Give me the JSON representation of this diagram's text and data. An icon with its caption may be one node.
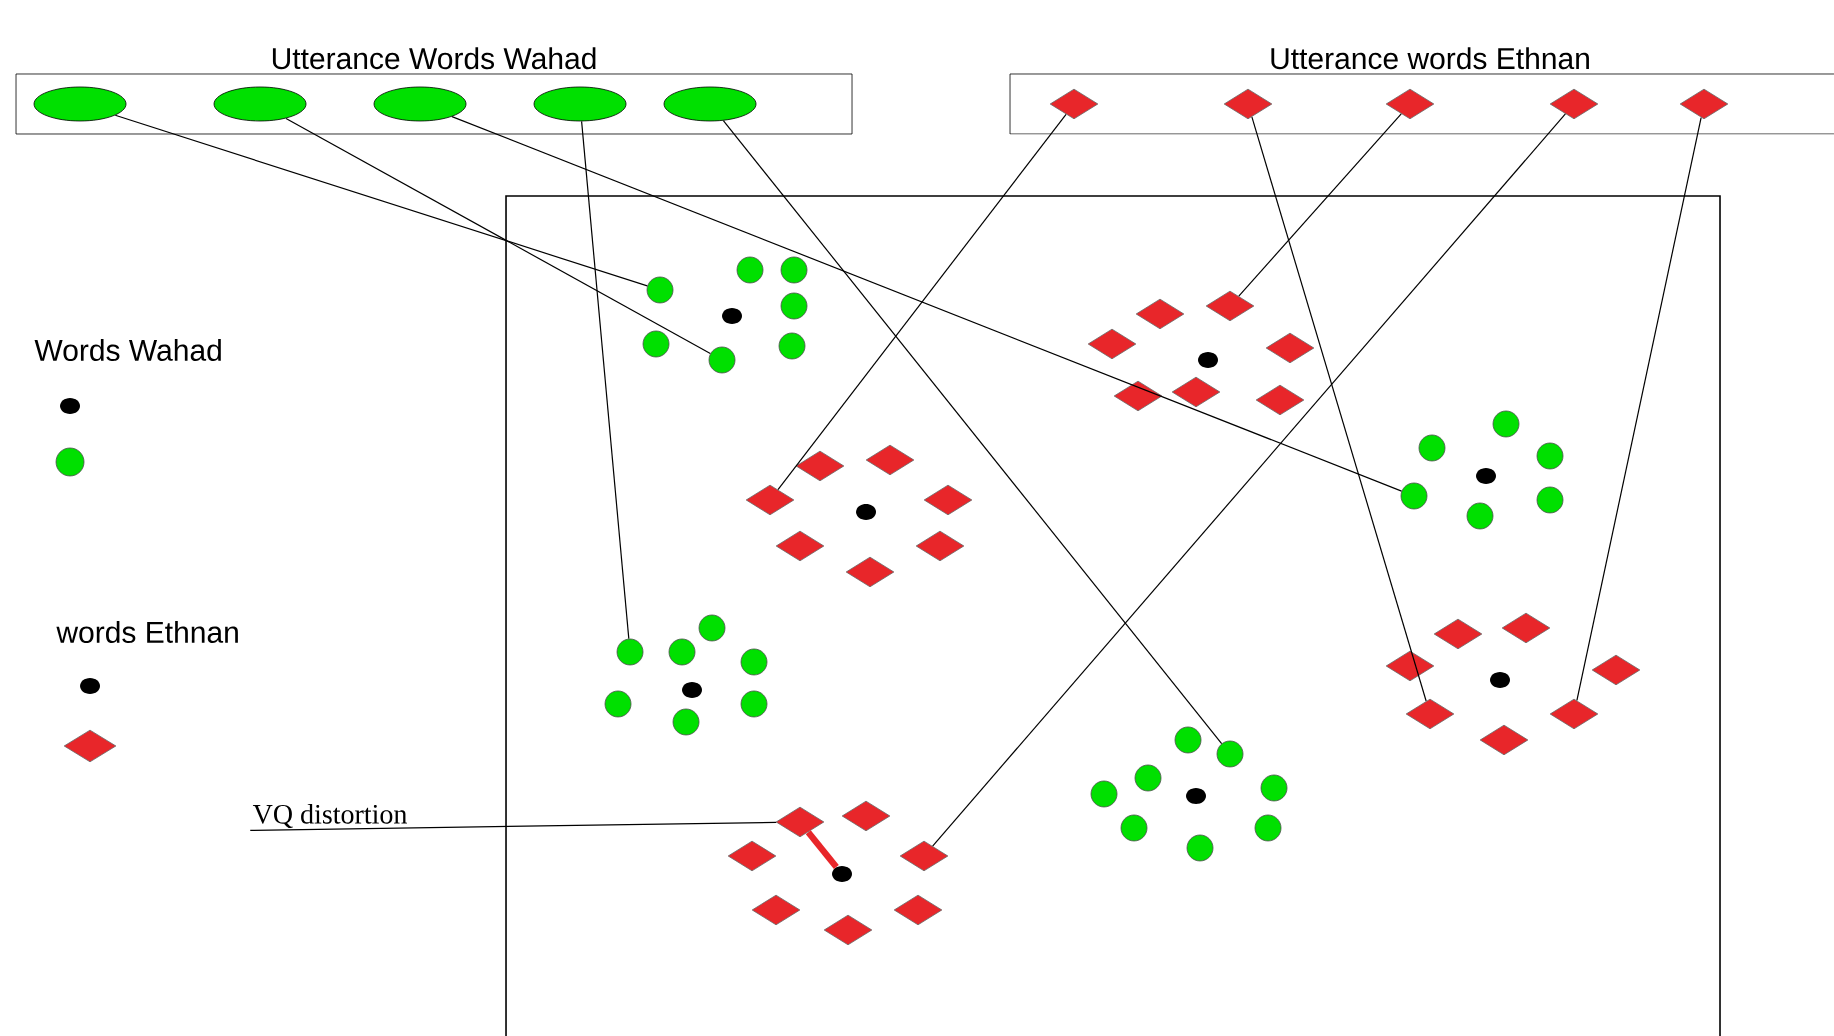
{
  "diagram": {
    "nodes": [
      {
        "text": [
          "Utterance Words Wahad"
        ]
      },
      {
        "text": [],
        "shape": "ellipse",
        "in": 0
      },
      {
        "text": [],
        "shape": "ellipse",
        "in": 0
      },
      {
        "text": [],
        "shape": "ellipse",
        "in": 0
      },
      {
        "text": [],
        "shape": "ellipse",
        "in": 0
      },
      {
        "text": [],
        "shape": "ellipse",
        "in": 0
      },
      {
        "text": [
          "Utterance words Ethnan"
        ]
      },
      {
        "text": [],
        "shape": "diamond",
        "in": 6
      },
      {
        "text": [],
        "shape": "diamond",
        "in": 6
      },
      {
        "text": [],
        "shape": "diamond",
        "in": 6
      },
      {
        "text": [],
        "shape": "diamond",
        "in": 6
      },
      {
        "text": [],
        "shape": "diamond",
        "in": 6
      },
      {
        "text": [],
        "shape": "box"
      },
      {
        "text": [],
        "shape": "circle",
        "in": 12
      },
      {
        "text": [],
        "shape": "circle",
        "in": 12
      },
      {
        "text": [],
        "shape": "diamond",
        "in": 12
      },
      {
        "text": [],
        "shape": "circle",
        "in": 12
      },
      {
        "text": [],
        "shape": "diamond",
        "in": 12
      },
      {
        "text": [],
        "shape": "circle",
        "in": 12
      },
      {
        "text": [],
        "shape": "diamond",
        "in": 12
      },
      {
        "text": [],
        "shape": "diamond",
        "in": 12
      },
      {
        "text": [],
        "shape": "circle",
        "in": 12
      },
      {
        "text": [],
        "shape": "diamond",
        "in": 12
      },
      {
        "text": [],
        "shape": "diamond",
        "in": 12
      },
      {
        "text": [
          "VQ distortion"
        ]
      },
      {
        "text": [],
        "shape": "dot",
        "in": 12
      },
      {
        "text": [],
        "shape": "circle",
        "in": 12
      },
      {
        "text": [],
        "shape": "circle",
        "in": 12
      },
      {
        "text": [],
        "shape": "circle",
        "in": 12
      },
      {
        "text": [],
        "shape": "circle",
        "in": 12
      },
      {
        "text": [],
        "shape": "circle",
        "in": 12
      },
      {
        "text": [],
        "shape": "dot",
        "in": 12
      },
      {
        "text": [],
        "shape": "diamond",
        "in": 12
      },
      {
        "text": [],
        "shape": "diamond",
        "in": 12
      },
      {
        "text": [],
        "shape": "diamond",
        "in": 12
      },
      {
        "text": [],
        "shape": "diamond",
        "in": 12
      },
      {
        "text": [],
        "shape": "diamond",
        "in": 12
      },
      {
        "text": [],
        "shape": "diamond",
        "in": 12
      },
      {
        "text": [],
        "shape": "dot",
        "in": 12
      },
      {
        "text": [],
        "shape": "diamond",
        "in": 12
      },
      {
        "text": [],
        "shape": "diamond",
        "in": 12
      },
      {
        "text": [],
        "shape": "diamond",
        "in": 12
      },
      {
        "text": [],
        "shape": "diamond",
        "in": 12
      },
      {
        "text": [],
        "shape": "diamond",
        "in": 12
      },
      {
        "text": [],
        "shape": "diamond",
        "in": 12
      },
      {
        "text": [],
        "shape": "dot",
        "in": 12
      },
      {
        "text": [],
        "shape": "circle",
        "in": 12
      },
      {
        "text": [],
        "shape": "circle",
        "in": 12
      },
      {
        "text": [],
        "shape": "circle",
        "in": 12
      },
      {
        "text": [],
        "shape": "circle",
        "in": 12
      },
      {
        "text": [],
        "shape": "circle",
        "in": 12
      },
      {
        "text": [],
        "shape": "dot",
        "in": 12
      },
      {
        "text": [],
        "shape": "circle",
        "in": 12
      },
      {
        "text": [],
        "shape": "circle",
        "in": 12
      },
      {
        "text": [],
        "shape": "circle",
        "in": 12
      },
      {
        "text": [],
        "shape": "circle",
        "in": 12
      },
      {
        "text": [],
        "shape": "circle",
        "in": 12
      },
      {
        "text": [],
        "shape": "circle",
        "in": 12
      },
      {
        "text": [],
        "shape": "dot",
        "in": 12
      },
      {
        "text": [],
        "shape": "diamond",
        "in": 12
      },
      {
        "text": [],
        "shape": "diamond",
        "in": 12
      },
      {
        "text": [],
        "shape": "diamond",
        "in": 12
      },
      {
        "text": [],
        "shape": "diamond",
        "in": 12
      },
      {
        "text": [],
        "shape": "diamond",
        "in": 12
      },
      {
        "text": [],
        "shape": "dot",
        "in": 12
      },
      {
        "text": [],
        "shape": "circle",
        "in": 12
      },
      {
        "text": [],
        "shape": "circle",
        "in": 12
      },
      {
        "text": [],
        "shape": "circle",
        "in": 12
      },
      {
        "text": [],
        "shape": "circle",
        "in": 12
      },
      {
        "text": [],
        "shape": "circle",
        "in": 12
      },
      {
        "text": [],
        "shape": "circle",
        "in": 12
      },
      {
        "text": [],
        "shape": "circle",
        "in": 12
      },
      {
        "text": [],
        "shape": "dot",
        "in": 12
      },
      {
        "text": [],
        "shape": "diamond",
        "in": 12
      },
      {
        "text": [],
        "shape": "diamond",
        "in": 12
      },
      {
        "text": [],
        "shape": "diamond",
        "in": 12
      },
      {
        "text": [],
        "shape": "diamond",
        "in": 12
      },
      {
        "text": [],
        "shape": "diamond",
        "in": 12
      }
    ],
    "edges": [
      {
        "from": 1,
        "to": 13,
        "arrow": "none"
      },
      {
        "from": 2,
        "to": 14,
        "arrow": "none"
      },
      {
        "from": 3,
        "to": 16,
        "arrow": "none"
      },
      {
        "from": 4,
        "to": 18,
        "arrow": "none"
      },
      {
        "from": 5,
        "to": 21,
        "arrow": "none"
      },
      {
        "from": 7,
        "to": 17,
        "arrow": "none"
      },
      {
        "from": 8,
        "to": 19,
        "arrow": "none"
      },
      {
        "from": 9,
        "to": 15,
        "arrow": "none"
      },
      {
        "from": 10,
        "to": 23,
        "arrow": "none"
      },
      {
        "from": 11,
        "to": 20,
        "arrow": "none"
      },
      {
        "from": 24,
        "to": 22,
        "arrow": "none"
      },
      {
        "from": 22,
        "to": 72,
        "arrow": "none",
        "style": "thick",
        "color": "#e8262a"
      }
    ],
    "legend": [
      {
        "text": "Words Wahad"
      },
      {
        "text": "words Ethnan"
      }
    ]
  }
}
